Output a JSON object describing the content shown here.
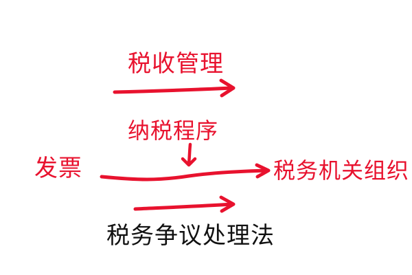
{
  "labels": {
    "tax_admin": "税收管理",
    "tax_procedure": "纳税程序",
    "invoice": "发票",
    "tax_organization": "税务机关组织",
    "tax_dispute_law": "税务争议处理法"
  },
  "colors": {
    "ink_red": "#e8122e",
    "ink_black": "#111111",
    "background": "#ffffff"
  }
}
